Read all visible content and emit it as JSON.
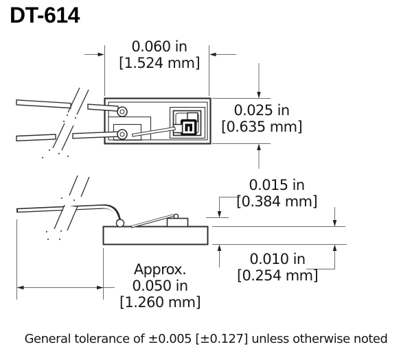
{
  "title": "DT-614",
  "note": "General tolerance of ±0.005 [±0.127] unless otherwise noted",
  "dimensions": {
    "package_width": {
      "in": "0.060 in",
      "mm": "[1.524 mm]"
    },
    "package_height": {
      "in": "0.025 in",
      "mm": "[0.635 mm]"
    },
    "stack_height": {
      "in": "0.015 in",
      "mm": "[0.384 mm]"
    },
    "base_thickness": {
      "in": "0.010 in",
      "mm": "[0.254 mm]"
    },
    "lead_clearance": {
      "prefix": "Approx.",
      "in": "0.050 in",
      "mm": "[1.260 mm]"
    }
  },
  "colors": {
    "outline": "#2e2e2e",
    "dim_line": "#6b6b6b",
    "die_fill": "#111111"
  }
}
